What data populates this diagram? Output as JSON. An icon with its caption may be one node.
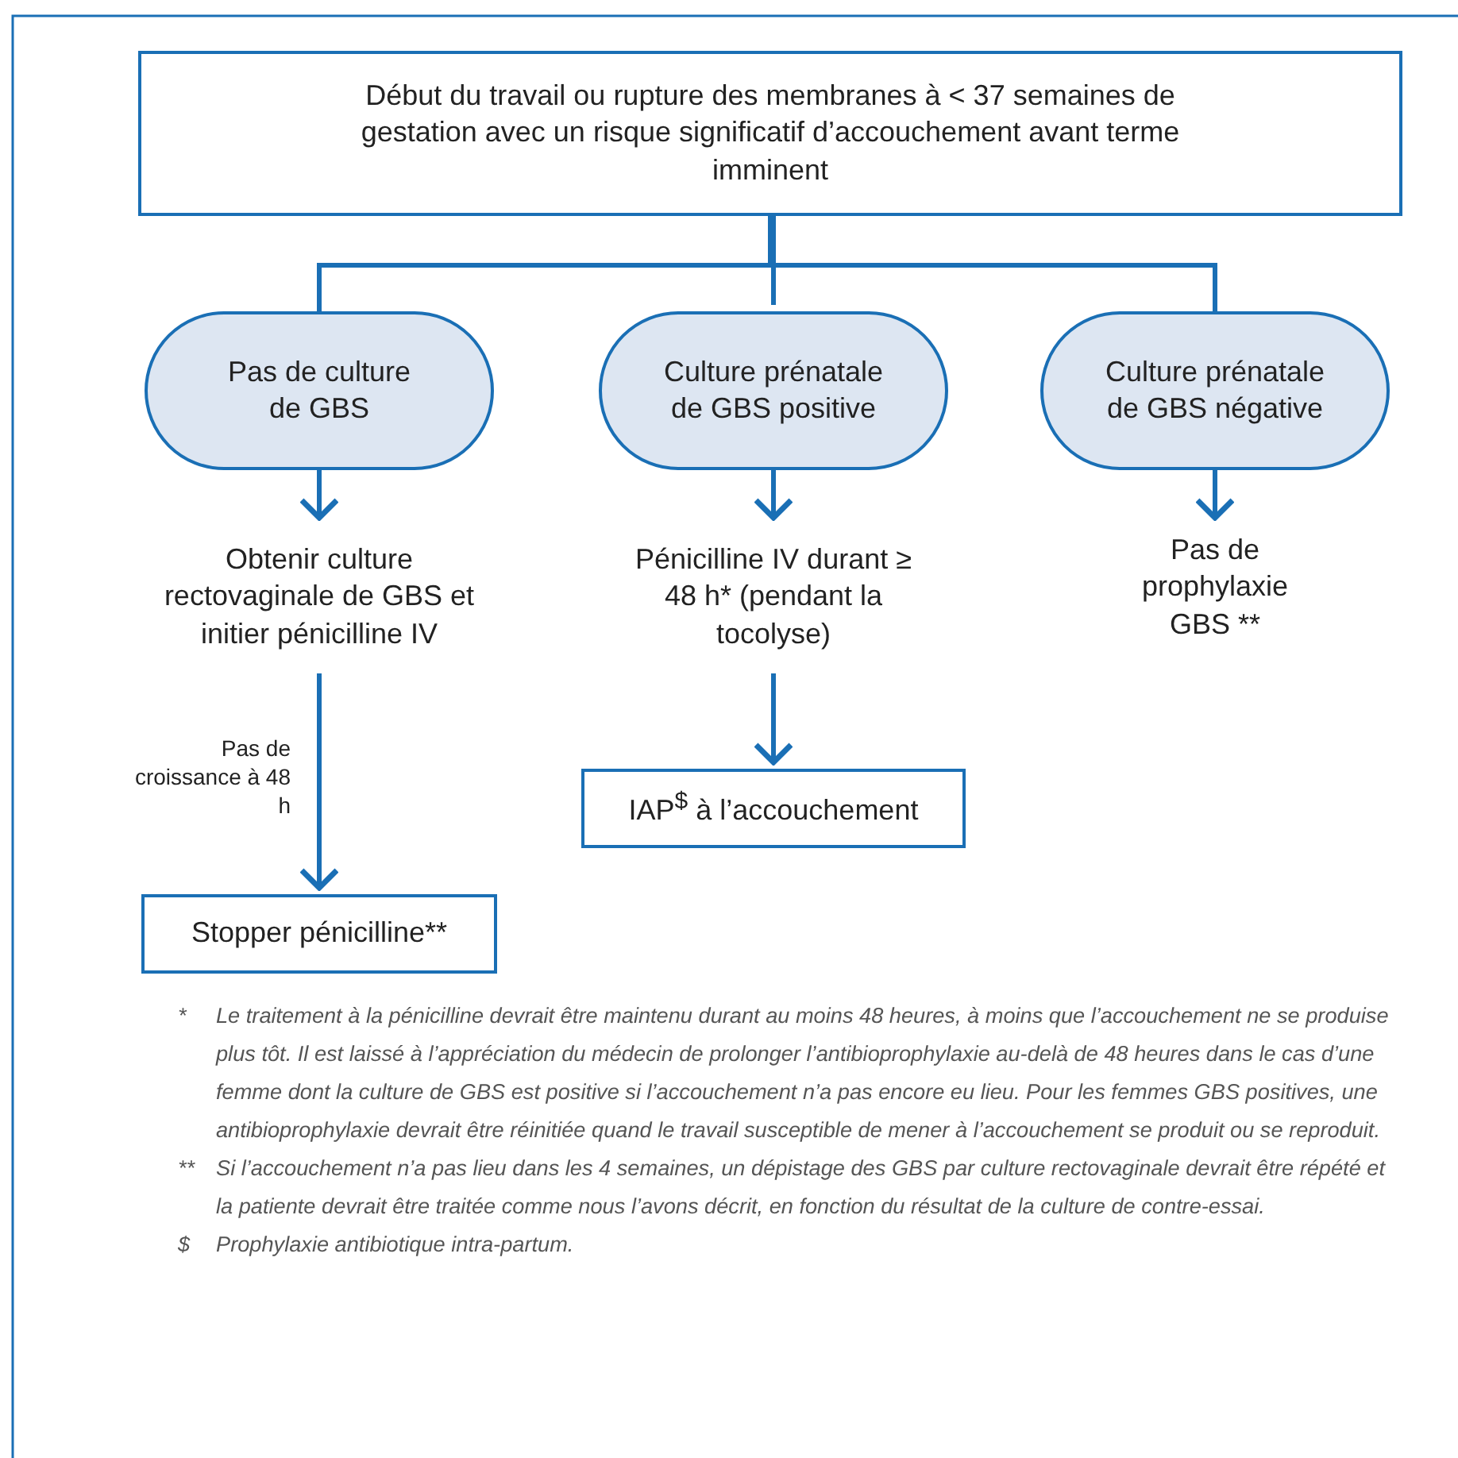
{
  "diagram": {
    "nodes": [
      {
        "text": [
          "Début du travail ou rupture des membranes à < 37 semaines de gestation avec un risque significatif d’accouchement avant terme imminent"
        ]
      },
      {
        "text": [
          "Pas de culture de GBS"
        ]
      },
      {
        "text": [
          "Culture prénatale de GBS positive"
        ]
      },
      {
        "text": [
          "Culture prénatale de GBS négative"
        ]
      },
      {
        "text": [
          "Obtenir culture rectovaginale de GBS et initier pénicilline IV"
        ]
      },
      {
        "text": [
          "Pénicilline IV durant ≥ 48 h* (pendant la tocolyse)"
        ]
      },
      {
        "text": [
          "Pas de prophylaxie GBS **"
        ]
      },
      {
        "text": [
          "Stopper pénicilline**"
        ]
      },
      {
        "text": [
          "IAP$^{$}$ à l’accouchement"
        ]
      }
    ],
    "edges": [
      {
        "from": 0,
        "to": 1,
        "arrow": "none"
      },
      {
        "from": 0,
        "to": 2,
        "arrow": "none"
      },
      {
        "from": 0,
        "to": 3,
        "arrow": "none"
      },
      {
        "from": 1,
        "to": 4,
        "arrow": "to"
      },
      {
        "from": 2,
        "to": 5,
        "arrow": "to"
      },
      {
        "from": 3,
        "to": 6,
        "arrow": "to"
      },
      {
        "from": 4,
        "to": 7,
        "arrow": "to",
        "label": "Pas de croissance à 48 h"
      },
      {
        "from": 5,
        "to": 8,
        "arrow": "to"
      }
    ],
    "labels": [
      "*",
      "Le traitement à la pénicilline devrait être maintenu durant au moins 48 heures, à moins que l’accouchement ne se produise plus tôt.  Il est laissé à l’appréciation du médecin de prolonger l’antibioprophylaxie au-delà de 48 heures dans le cas d’une femme dont la culture de GBS est positive si l’accouchement n’a pas encore eu lieu. Pour les femmes GBS positives, une antibioprophylaxie devrait être réinitiée quand le travail susceptible de mener à l’accouchement se produit ou se reproduit.",
      "**",
      "Si l’accouchement n’a pas lieu dans les 4 semaines, un dépistage des GBS par culture rectovaginale devrait être répété et la patiente devrait être traitée comme nous l’avons décrit, en fonction du résultat de la culture de contre-essai.",
      "$",
      "Prophylaxie antibiotique intra-partum."
    ]
  }
}
